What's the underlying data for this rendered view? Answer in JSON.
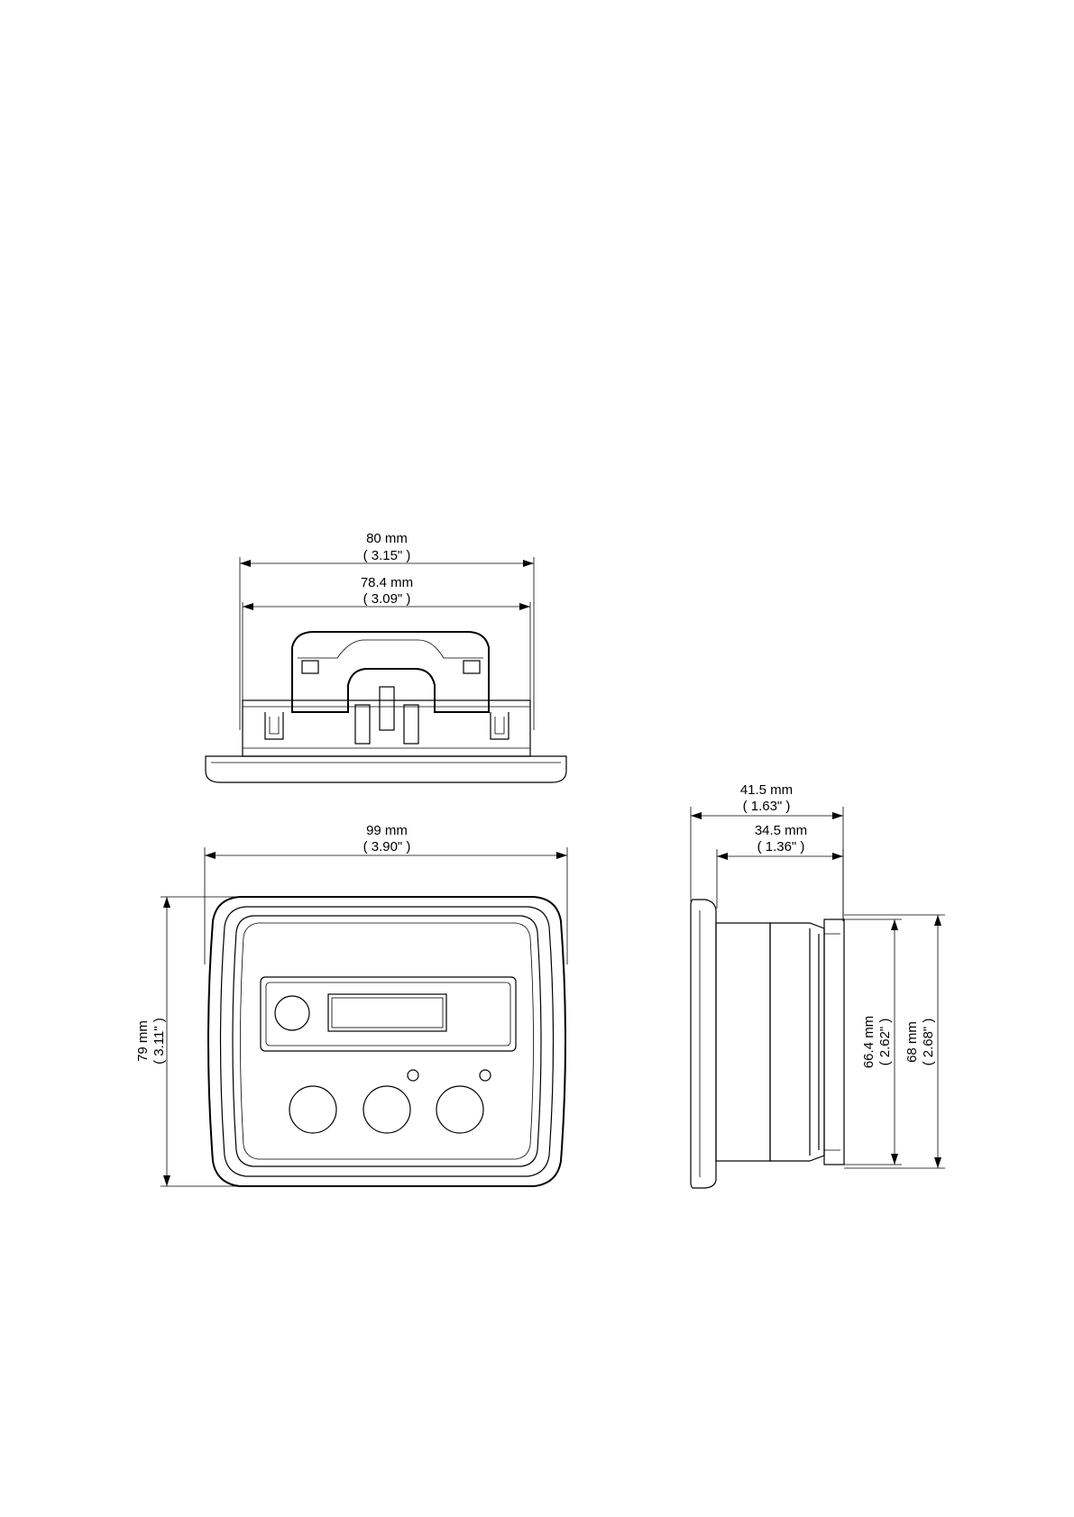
{
  "top_view": {
    "outer_width": {
      "mm": "80 mm",
      "inch": "( 3.15\" )"
    },
    "inner_width": {
      "mm": "78.4 mm",
      "inch": "( 3.09\" )"
    }
  },
  "front_view": {
    "width": {
      "mm": "99 mm",
      "inch": "( 3.90\" )"
    },
    "height": {
      "mm": "79 mm",
      "inch": "( 3.11\" )"
    }
  },
  "side_view": {
    "depth_total": {
      "mm": "41.5 mm",
      "inch": "( 1.63\" )"
    },
    "depth_body": {
      "mm": "34.5 mm",
      "inch": "( 1.36\" )"
    },
    "height_body": {
      "mm": "66.4 mm",
      "inch": "( 2.62\" )"
    },
    "height_total": {
      "mm": "68 mm",
      "inch": "( 2.68\" )"
    }
  }
}
